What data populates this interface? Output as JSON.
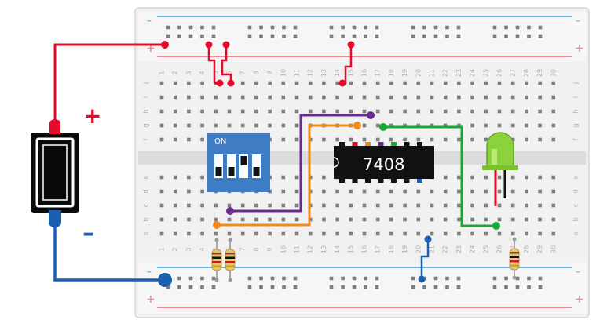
{
  "battery": {
    "plus_label": "+",
    "minus_label": "–"
  },
  "breadboard": {
    "rail_plus_label": "+",
    "rail_minus_label": "–",
    "row_letters_top": [
      "j",
      "i",
      "h",
      "g",
      "f"
    ],
    "row_letters_bottom": [
      "e",
      "d",
      "c",
      "b",
      "a"
    ],
    "column_numbers": [
      "1",
      "2",
      "3",
      "4",
      "5",
      "6",
      "7",
      "8",
      "9",
      "10",
      "11",
      "12",
      "13",
      "14",
      "15",
      "16",
      "17",
      "18",
      "19",
      "20",
      "21",
      "22",
      "23",
      "24",
      "25",
      "26",
      "27",
      "28",
      "29",
      "30"
    ]
  },
  "dip_switch": {
    "label": "ON",
    "positions": [
      "off",
      "off",
      "on",
      "off"
    ]
  },
  "chip": {
    "label": "7408"
  },
  "colors": {
    "power_red": "#e30a2b",
    "ground_blue": "#1c5fb0",
    "wire_purple": "#6b2c91",
    "wire_orange": "#f08a1c",
    "wire_green": "#1aa838",
    "dip_blue": "#3f7cc4",
    "led_green": "#8cd23c",
    "chip_black": "#111111"
  }
}
